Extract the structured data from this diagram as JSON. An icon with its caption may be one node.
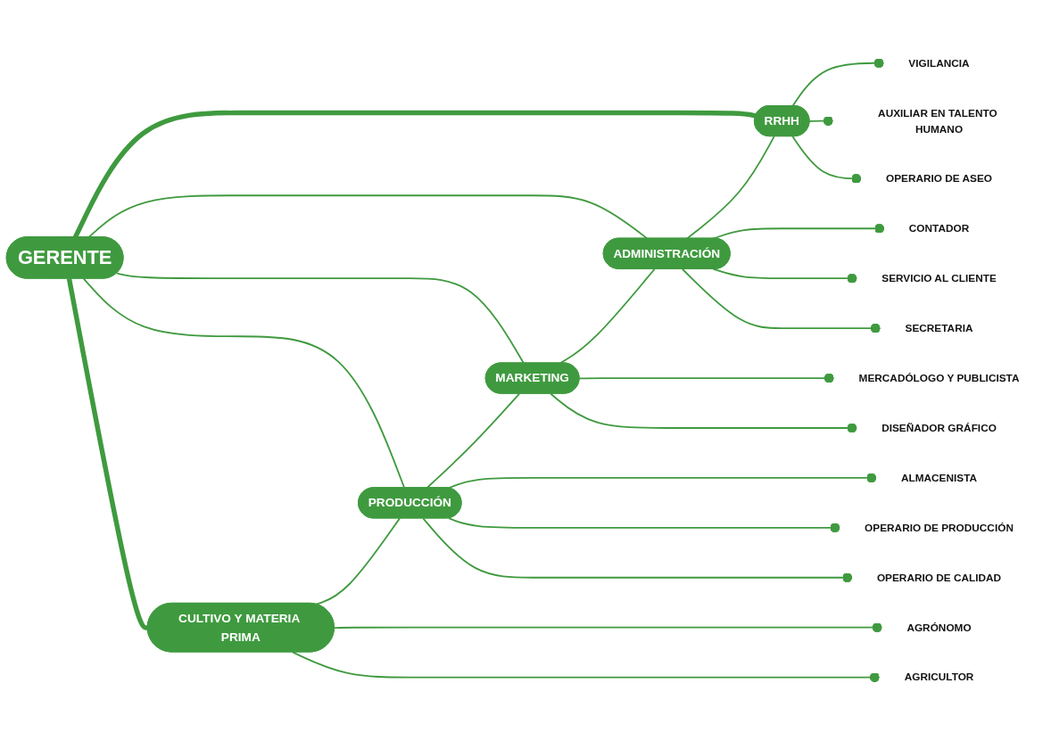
{
  "diagram": {
    "nodes": [
      {
        "text": [
          "GERENTE"
        ]
      },
      {
        "text": [
          "CULTIVO Y MATERIA PRIMA"
        ]
      },
      {
        "text": [
          "PRODUCCIÓN"
        ]
      },
      {
        "text": [
          "MARKETING"
        ]
      },
      {
        "text": [
          "ADMINISTRACIÓN"
        ]
      },
      {
        "text": [
          "RRHH"
        ]
      },
      {
        "text": [
          "AGRÓNOMO"
        ]
      },
      {
        "text": [
          "AGRICULTOR"
        ]
      },
      {
        "text": [
          "ALMACENISTA"
        ]
      },
      {
        "text": [
          "OPERARIO DE PRODUCCIÓN"
        ]
      },
      {
        "text": [
          "OPERARIO DE CALIDAD"
        ]
      },
      {
        "text": [
          "MERCADÓLOGO Y PUBLICISTA"
        ]
      },
      {
        "text": [
          "DISEÑADOR GRÁFICO"
        ]
      },
      {
        "text": [
          "CONTADOR"
        ]
      },
      {
        "text": [
          "SERVICIO AL CLIENTE"
        ]
      },
      {
        "text": [
          "SECRETARIA"
        ]
      },
      {
        "text": [
          "VIGILANCIA"
        ]
      },
      {
        "text": [
          "AUXILIAR EN TALENTO HUMANO"
        ]
      },
      {
        "text": [
          "OPERARIO DE ASEO"
        ]
      }
    ],
    "edges": [
      {
        "from": 0,
        "to": 1,
        "arrow": "none",
        "style": "thick"
      },
      {
        "from": 0,
        "to": 2,
        "arrow": "none"
      },
      {
        "from": 0,
        "to": 3,
        "arrow": "none"
      },
      {
        "from": 0,
        "to": 4,
        "arrow": "none"
      },
      {
        "from": 0,
        "to": 5,
        "arrow": "none",
        "style": "thick"
      },
      {
        "from": 1,
        "to": 2,
        "arrow": "none"
      },
      {
        "from": 2,
        "to": 3,
        "arrow": "none"
      },
      {
        "from": 3,
        "to": 4,
        "arrow": "none"
      },
      {
        "from": 4,
        "to": 5,
        "arrow": "none"
      },
      {
        "from": 1,
        "to": 6,
        "arrow": "other"
      },
      {
        "from": 1,
        "to": 7,
        "arrow": "other"
      },
      {
        "from": 2,
        "to": 8,
        "arrow": "other"
      },
      {
        "from": 2,
        "to": 9,
        "arrow": "other"
      },
      {
        "from": 2,
        "to": 10,
        "arrow": "other"
      },
      {
        "from": 3,
        "to": 11,
        "arrow": "other"
      },
      {
        "from": 3,
        "to": 12,
        "arrow": "other"
      },
      {
        "from": 4,
        "to": 13,
        "arrow": "other"
      },
      {
        "from": 4,
        "to": 14,
        "arrow": "other"
      },
      {
        "from": 4,
        "to": 15,
        "arrow": "other"
      },
      {
        "from": 5,
        "to": 16,
        "arrow": "other"
      },
      {
        "from": 5,
        "to": 17,
        "arrow": "other"
      },
      {
        "from": 5,
        "to": 18,
        "arrow": "other"
      }
    ]
  }
}
